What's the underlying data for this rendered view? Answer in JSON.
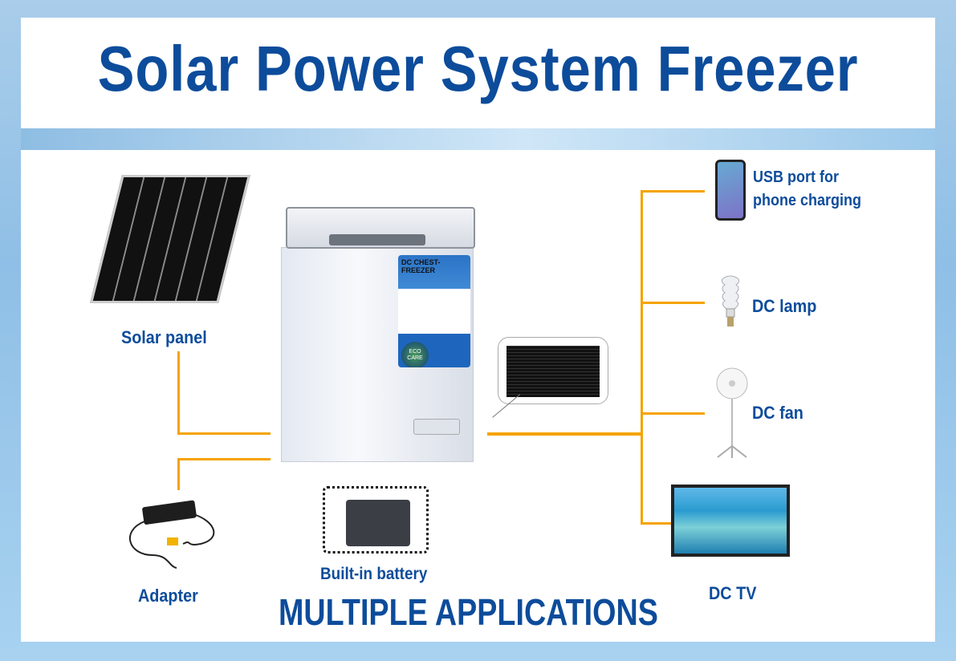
{
  "title": "Solar Power System Freezer",
  "colors": {
    "title_blue": "#0d4c9b",
    "connector_orange": "#f5a300"
  },
  "freezer": {
    "sticker_title": "DC CHEST-FREEZER",
    "sticker_logo": "ECO CARE"
  },
  "components": {
    "solar_panel": "Solar panel",
    "adapter": "Adapter",
    "battery": "Built-in battery",
    "usb_line1": "USB port for",
    "usb_line2": "phone charging",
    "lamp": "DC  lamp",
    "fan": "DC  fan",
    "tv": "DC TV"
  },
  "footer": "MULTIPLE APPLICATIONS"
}
